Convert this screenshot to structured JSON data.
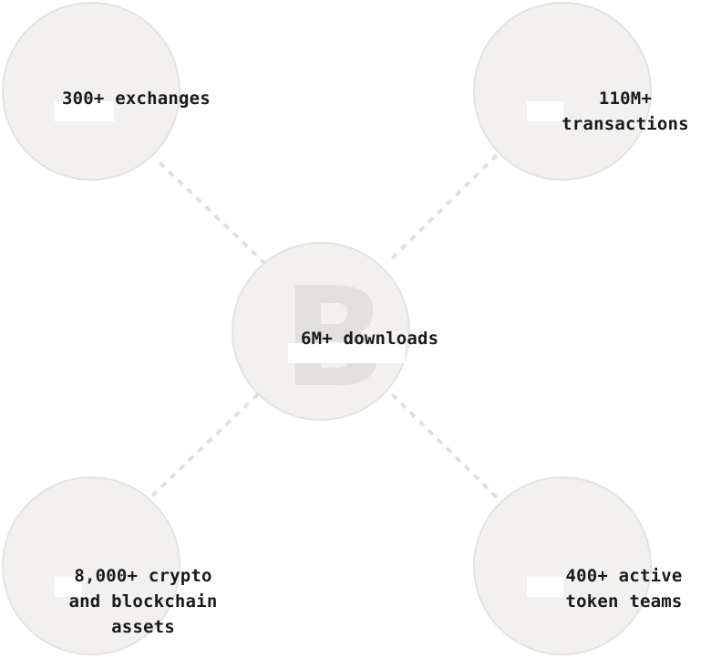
{
  "center": {
    "logo": "B",
    "label": "6M+ downloads"
  },
  "stats": {
    "top_left": "300+ exchanges",
    "top_right": "110M+\ntransactions",
    "bottom_left": "8,000+ crypto\nand blockchain\nassets",
    "bottom_right": "400+ active\ntoken teams"
  },
  "colors": {
    "circle_fill": "#f2f1ef",
    "circle_border": "#e4e3df",
    "connector": "#e2e0dc",
    "text": "#1a1a1a"
  }
}
